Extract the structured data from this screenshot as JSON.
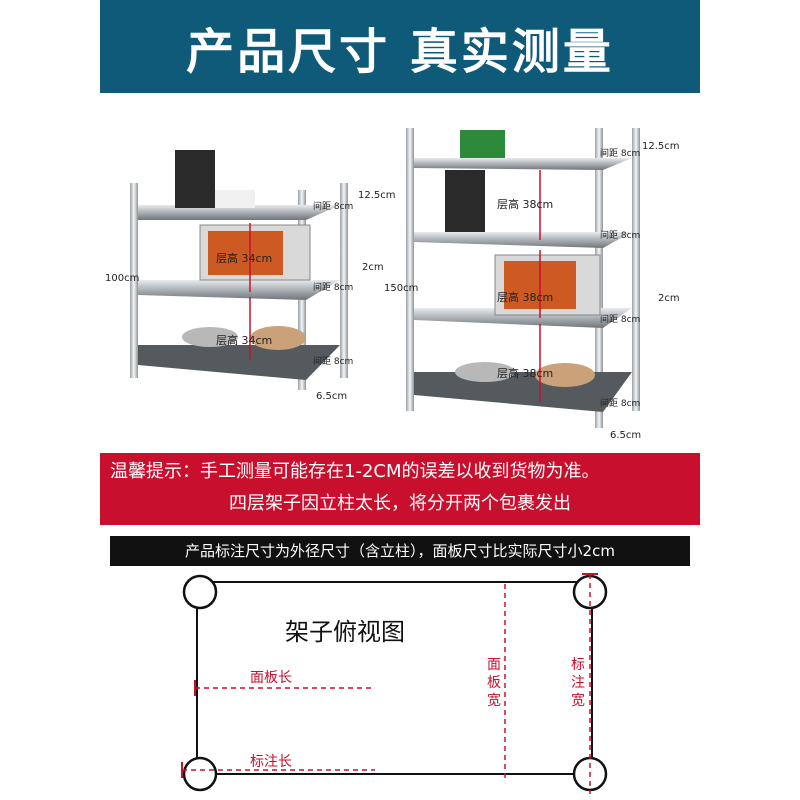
{
  "header": {
    "title": "产品尺寸 真实测量"
  },
  "left_rack": {
    "height": "100cm",
    "top_gap": "12.5cm",
    "board_gap": "2cm",
    "bottom_gap": "6.5cm",
    "layer_heights": [
      "层高 34cm",
      "层高 34cm"
    ],
    "spacing_labels": [
      "间距 8cm",
      "间距 8cm",
      "间距 8cm"
    ]
  },
  "right_rack": {
    "height": "150cm",
    "top_gap": "12.5cm",
    "board_gap": "2cm",
    "bottom_gap": "6.5cm",
    "layer_heights": [
      "层高 38cm",
      "层高 38cm",
      "层高 38cm"
    ],
    "spacing_labels": [
      "间距 8cm",
      "间距 8cm",
      "间距 8cm",
      "间距 8cm"
    ]
  },
  "tip": {
    "line1": "温馨提示：手工测量可能存在1-2CM的误差以收到货物为准。",
    "line2": "四层架子因立柱太长，将分开两个包裹发出"
  },
  "note": "产品标注尺寸为外径尺寸（含立柱），面板尺寸比实际尺寸小2cm",
  "top_view": {
    "title": "架子俯视图",
    "panel_length": "面板长",
    "marked_length": "标注长",
    "panel_width": "面板宽",
    "marked_width": "标注宽"
  },
  "colors": {
    "header_bg": "#0f5a78",
    "tip_bg": "#c8102e",
    "note_bg": "#111111",
    "accent": "#c8102e"
  }
}
